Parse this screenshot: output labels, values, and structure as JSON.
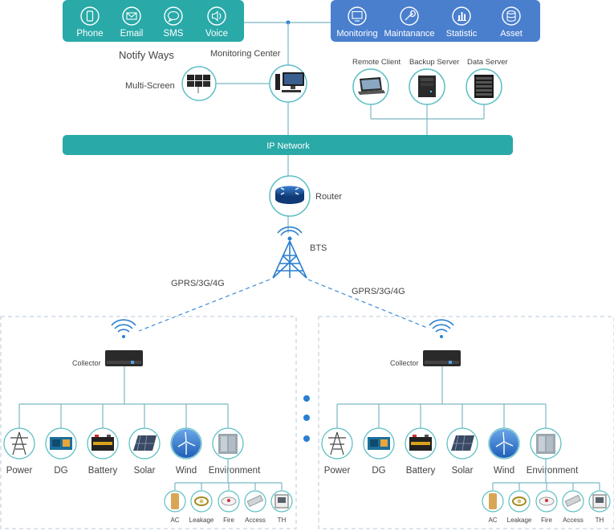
{
  "notify": {
    "caption": "Notify Ways",
    "items": [
      {
        "label": "Phone",
        "icon": "phone-icon"
      },
      {
        "label": "Email",
        "icon": "email-icon"
      },
      {
        "label": "SMS",
        "icon": "sms-icon"
      },
      {
        "label": "Voice",
        "icon": "voice-icon"
      }
    ]
  },
  "functions": {
    "items": [
      {
        "label": "Monitoring",
        "icon": "monitor-icon"
      },
      {
        "label": "Maintanance",
        "icon": "wrench-icon"
      },
      {
        "label": "Statistic",
        "icon": "bar-chart-icon"
      },
      {
        "label": "Asset",
        "icon": "database-icon"
      }
    ]
  },
  "center": {
    "monitoring_center": "Monitoring Center",
    "multi_screen": "Multi-Screen"
  },
  "servers": {
    "remote_client": "Remote Client",
    "backup_server": "Backup Server",
    "data_server": "Data Server"
  },
  "network": {
    "ip_network": "IP Network",
    "router": "Router",
    "bts": "BTS",
    "link_left": "GPRS/3G/4G",
    "link_right": "GPRS/3G/4G"
  },
  "site": {
    "collector": "Collector",
    "devices": [
      "Power",
      "DG",
      "Battery",
      "Solar",
      "Wind",
      "Environment"
    ],
    "sensors": [
      "AC",
      "Leakage",
      "Fire",
      "Access",
      "TH"
    ]
  },
  "colors": {
    "teal": "#29a9a8",
    "blue": "#4a7fce",
    "line": "#7ab8c4",
    "ring": "#5dbfc4",
    "dot": "#2b7fd0"
  }
}
